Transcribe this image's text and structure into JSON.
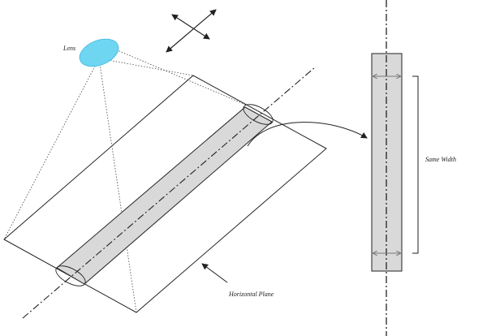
{
  "labels": {
    "lens": "Lens",
    "same_width": "Same Width",
    "horizontal_plane": "Horizontal Plane"
  },
  "colors": {
    "lens_fill": "#6fd6f2",
    "lens_stroke": "#4bbfe0",
    "strip_fill": "#d9d9d9",
    "line": "#222222",
    "arrow_gray": "#777777"
  }
}
